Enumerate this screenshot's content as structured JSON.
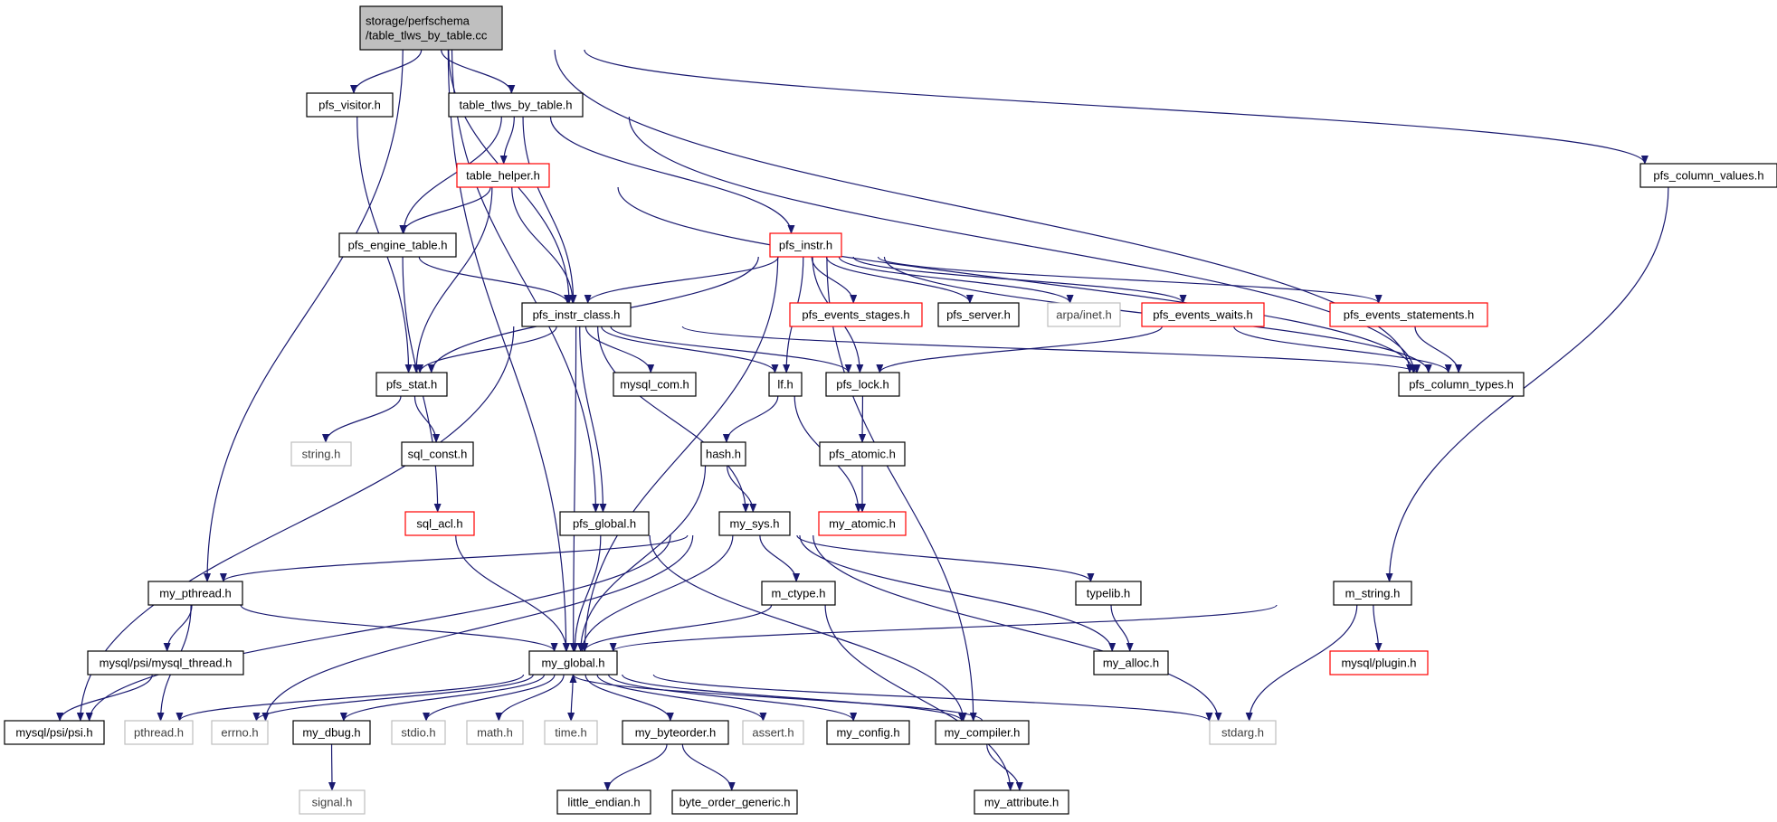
{
  "colors": {
    "edge": "#191970",
    "root_fill": "#bfbfbf",
    "black_border": "#000000",
    "red_border": "#ff0000",
    "gray_border": "#bfbfbf",
    "text": "#000000",
    "gray_text": "#000000"
  },
  "nodes": [
    {
      "id": "root",
      "label": "storage/perfschema\n/table_tlws_by_table.cc",
      "style": "root"
    },
    {
      "id": "pfs_visitor",
      "label": "pfs_visitor.h",
      "style": "black"
    },
    {
      "id": "table_tlws",
      "label": "table_tlws_by_table.h",
      "style": "black"
    },
    {
      "id": "pfs_column_values",
      "label": "pfs_column_values.h",
      "style": "black"
    },
    {
      "id": "table_helper",
      "label": "table_helper.h",
      "style": "red"
    },
    {
      "id": "pfs_engine_table",
      "label": "pfs_engine_table.h",
      "style": "black"
    },
    {
      "id": "pfs_instr",
      "label": "pfs_instr.h",
      "style": "red"
    },
    {
      "id": "pfs_instr_class",
      "label": "pfs_instr_class.h",
      "style": "black"
    },
    {
      "id": "pfs_events_stages",
      "label": "pfs_events_stages.h",
      "style": "red"
    },
    {
      "id": "pfs_server",
      "label": "pfs_server.h",
      "style": "black"
    },
    {
      "id": "arpa_inet",
      "label": "arpa/inet.h",
      "style": "gray"
    },
    {
      "id": "pfs_events_waits",
      "label": "pfs_events_waits.h",
      "style": "red"
    },
    {
      "id": "pfs_events_statements",
      "label": "pfs_events_statements.h",
      "style": "red"
    },
    {
      "id": "pfs_stat",
      "label": "pfs_stat.h",
      "style": "black"
    },
    {
      "id": "mysql_com",
      "label": "mysql_com.h",
      "style": "black"
    },
    {
      "id": "lf",
      "label": "lf.h",
      "style": "black"
    },
    {
      "id": "pfs_lock",
      "label": "pfs_lock.h",
      "style": "black"
    },
    {
      "id": "pfs_column_types",
      "label": "pfs_column_types.h",
      "style": "black"
    },
    {
      "id": "string",
      "label": "string.h",
      "style": "gray"
    },
    {
      "id": "sql_const",
      "label": "sql_const.h",
      "style": "black"
    },
    {
      "id": "hash",
      "label": "hash.h",
      "style": "black"
    },
    {
      "id": "pfs_atomic",
      "label": "pfs_atomic.h",
      "style": "black"
    },
    {
      "id": "sql_acl",
      "label": "sql_acl.h",
      "style": "red"
    },
    {
      "id": "pfs_global",
      "label": "pfs_global.h",
      "style": "black"
    },
    {
      "id": "my_sys",
      "label": "my_sys.h",
      "style": "black"
    },
    {
      "id": "my_atomic",
      "label": "my_atomic.h",
      "style": "red"
    },
    {
      "id": "my_pthread",
      "label": "my_pthread.h",
      "style": "black"
    },
    {
      "id": "m_ctype",
      "label": "m_ctype.h",
      "style": "black"
    },
    {
      "id": "typelib",
      "label": "typelib.h",
      "style": "black"
    },
    {
      "id": "m_string",
      "label": "m_string.h",
      "style": "black"
    },
    {
      "id": "mysql_thread",
      "label": "mysql/psi/mysql_thread.h",
      "style": "black"
    },
    {
      "id": "my_global",
      "label": "my_global.h",
      "style": "black"
    },
    {
      "id": "my_alloc",
      "label": "my_alloc.h",
      "style": "black"
    },
    {
      "id": "mysql_plugin",
      "label": "mysql/plugin.h",
      "style": "red"
    },
    {
      "id": "psi",
      "label": "mysql/psi/psi.h",
      "style": "black"
    },
    {
      "id": "pthread",
      "label": "pthread.h",
      "style": "gray"
    },
    {
      "id": "errno",
      "label": "errno.h",
      "style": "gray"
    },
    {
      "id": "my_dbug",
      "label": "my_dbug.h",
      "style": "black"
    },
    {
      "id": "stdio",
      "label": "stdio.h",
      "style": "gray"
    },
    {
      "id": "math",
      "label": "math.h",
      "style": "gray"
    },
    {
      "id": "time",
      "label": "time.h",
      "style": "gray"
    },
    {
      "id": "my_byteorder",
      "label": "my_byteorder.h",
      "style": "black"
    },
    {
      "id": "assert",
      "label": "assert.h",
      "style": "gray"
    },
    {
      "id": "my_config",
      "label": "my_config.h",
      "style": "black"
    },
    {
      "id": "my_compiler",
      "label": "my_compiler.h",
      "style": "black"
    },
    {
      "id": "stdarg",
      "label": "stdarg.h",
      "style": "gray"
    },
    {
      "id": "signal",
      "label": "signal.h",
      "style": "gray"
    },
    {
      "id": "little_endian",
      "label": "little_endian.h",
      "style": "black"
    },
    {
      "id": "byte_order_generic",
      "label": "byte_order_generic.h",
      "style": "black"
    },
    {
      "id": "my_attribute",
      "label": "my_attribute.h",
      "style": "black"
    }
  ],
  "edges": [
    [
      "root",
      "pfs_visitor"
    ],
    [
      "root",
      "table_tlws"
    ],
    [
      "root",
      "pfs_column_values"
    ],
    [
      "root",
      "pfs_instr_class"
    ],
    [
      "root",
      "pfs_column_types"
    ],
    [
      "root",
      "my_pthread"
    ],
    [
      "root",
      "my_global"
    ],
    [
      "root",
      "pfs_global"
    ],
    [
      "pfs_visitor",
      "pfs_stat"
    ],
    [
      "table_tlws",
      "table_helper"
    ],
    [
      "table_tlws",
      "pfs_engine_table"
    ],
    [
      "table_tlws",
      "pfs_instr"
    ],
    [
      "table_tlws",
      "pfs_instr_class"
    ],
    [
      "table_tlws",
      "pfs_column_types"
    ],
    [
      "table_helper",
      "pfs_engine_table"
    ],
    [
      "table_helper",
      "pfs_instr_class"
    ],
    [
      "table_helper",
      "pfs_stat"
    ],
    [
      "table_helper",
      "pfs_column_types"
    ],
    [
      "pfs_engine_table",
      "pfs_instr_class"
    ],
    [
      "pfs_engine_table",
      "sql_acl"
    ],
    [
      "pfs_instr",
      "pfs_instr_class"
    ],
    [
      "pfs_instr",
      "pfs_events_stages"
    ],
    [
      "pfs_instr",
      "pfs_server"
    ],
    [
      "pfs_instr",
      "arpa_inet"
    ],
    [
      "pfs_instr",
      "pfs_events_waits"
    ],
    [
      "pfs_instr",
      "pfs_events_statements"
    ],
    [
      "pfs_instr",
      "pfs_stat"
    ],
    [
      "pfs_instr",
      "lf"
    ],
    [
      "pfs_instr",
      "pfs_lock"
    ],
    [
      "pfs_instr",
      "my_global"
    ],
    [
      "pfs_instr",
      "my_compiler"
    ],
    [
      "pfs_instr",
      "pfs_column_types"
    ],
    [
      "pfs_instr_class",
      "pfs_stat"
    ],
    [
      "pfs_instr_class",
      "mysql_com"
    ],
    [
      "pfs_instr_class",
      "lf"
    ],
    [
      "pfs_instr_class",
      "pfs_lock"
    ],
    [
      "pfs_instr_class",
      "pfs_column_types"
    ],
    [
      "pfs_instr_class",
      "my_global"
    ],
    [
      "pfs_instr_class",
      "pfs_global"
    ],
    [
      "pfs_instr_class",
      "psi"
    ],
    [
      "pfs_instr_class",
      "my_sys"
    ],
    [
      "pfs_events_waits",
      "pfs_lock"
    ],
    [
      "pfs_events_waits",
      "pfs_column_types"
    ],
    [
      "pfs_events_statements",
      "pfs_column_types"
    ],
    [
      "pfs_stat",
      "string"
    ],
    [
      "pfs_stat",
      "sql_const"
    ],
    [
      "lf",
      "hash"
    ],
    [
      "lf",
      "my_atomic"
    ],
    [
      "pfs_lock",
      "pfs_atomic"
    ],
    [
      "pfs_atomic",
      "my_atomic"
    ],
    [
      "hash",
      "my_sys"
    ],
    [
      "hash",
      "my_global"
    ],
    [
      "sql_acl",
      "my_global"
    ],
    [
      "pfs_global",
      "my_global"
    ],
    [
      "pfs_global",
      "my_compiler"
    ],
    [
      "my_sys",
      "my_pthread"
    ],
    [
      "my_sys",
      "m_ctype"
    ],
    [
      "my_sys",
      "typelib"
    ],
    [
      "my_sys",
      "my_alloc"
    ],
    [
      "my_sys",
      "stdarg"
    ],
    [
      "my_sys",
      "my_global"
    ],
    [
      "my_sys",
      "psi"
    ],
    [
      "my_sys",
      "errno"
    ],
    [
      "pfs_column_values",
      "m_string"
    ],
    [
      "my_pthread",
      "mysql_thread"
    ],
    [
      "my_pthread",
      "my_global"
    ],
    [
      "my_pthread",
      "pthread"
    ],
    [
      "mysql_thread",
      "psi"
    ],
    [
      "m_ctype",
      "my_global"
    ],
    [
      "m_ctype",
      "my_attribute"
    ],
    [
      "typelib",
      "my_alloc"
    ],
    [
      "m_string",
      "my_global"
    ],
    [
      "m_string",
      "mysql_plugin"
    ],
    [
      "m_string",
      "stdarg"
    ],
    [
      "my_global",
      "pthread"
    ],
    [
      "my_global",
      "errno"
    ],
    [
      "my_global",
      "my_dbug"
    ],
    [
      "my_global",
      "stdio"
    ],
    [
      "my_global",
      "math"
    ],
    [
      "my_global",
      "time"
    ],
    [
      "my_global",
      "my_byteorder"
    ],
    [
      "my_global",
      "assert"
    ],
    [
      "my_global",
      "my_config"
    ],
    [
      "my_global",
      "my_compiler"
    ],
    [
      "my_global",
      "stdarg"
    ],
    [
      "my_compiler",
      "my_global"
    ],
    [
      "my_compiler",
      "my_attribute"
    ],
    [
      "my_dbug",
      "signal"
    ],
    [
      "my_byteorder",
      "little_endian"
    ],
    [
      "my_byteorder",
      "byte_order_generic"
    ]
  ]
}
